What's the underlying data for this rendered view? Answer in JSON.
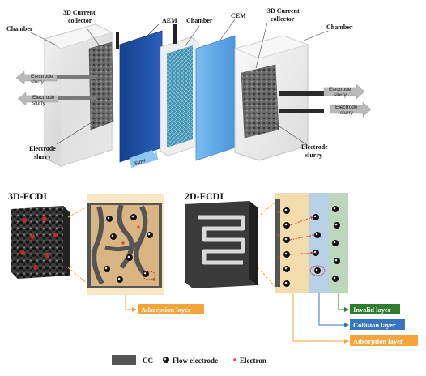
{
  "top": {
    "chamber_left": "Chamber",
    "current_collector_left_l1": "3D Current",
    "current_collector_left_l2": "collector",
    "aem": "AEM",
    "chamber_mid": "Chamber",
    "cem": "CEM",
    "current_collector_right_l1": "3D Current",
    "current_collector_right_l2": "collector",
    "chamber_right": "Chamber",
    "slurry_arrow_l1": "Electrode",
    "slurry_arrow_l2": "slurry",
    "electrode_slurry_left_l1": "Electrode",
    "electrode_slurry_left_l2": "slurry",
    "electrode_slurry_right_l1": "Electrode",
    "electrode_slurry_right_l2": "slurry",
    "flow_label": "Flow"
  },
  "bottom_left": {
    "title": "3D-FCDI",
    "adsorption_layer": "Adsorption layer"
  },
  "bottom_right": {
    "title": "2D-FCDI",
    "invalid_layer": "Invalid layer",
    "collision_layer": "Collision layer",
    "adsorption_layer": "Adsorption layer"
  },
  "legend": {
    "cc": "CC",
    "flow_electrode": "Flow electrode",
    "electron": "Electron"
  },
  "colors": {
    "aem": "#1f4fa6",
    "cem": "#5aa6e8",
    "adsorption_bg": "#f2dcae",
    "collision_bg": "#b9cfe6",
    "invalid_bg": "#bdd7bd",
    "invalid_box": "#2e7d32",
    "collision_box": "#3a74c0",
    "adsorption_box": "#f5a33c",
    "electron": "#e0442a"
  }
}
